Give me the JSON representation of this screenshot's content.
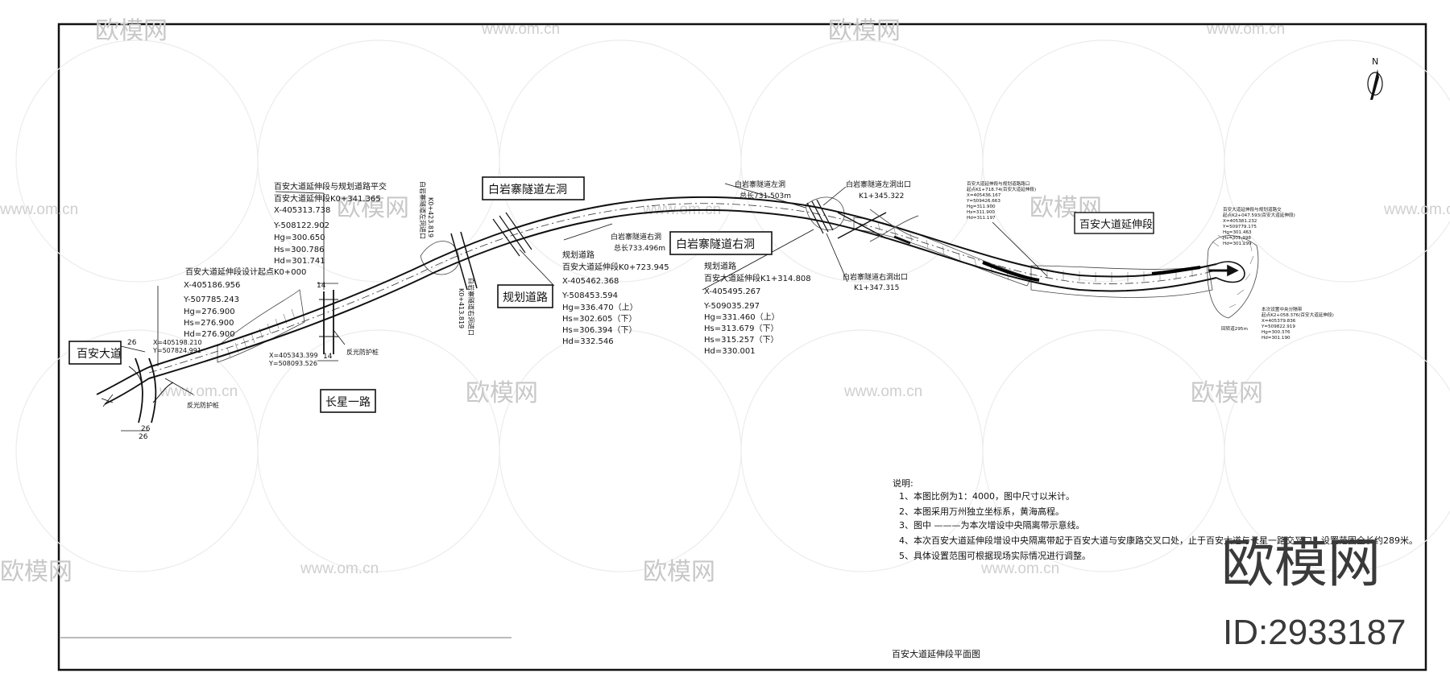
{
  "drawing_title": "百安大道延伸段平面图",
  "north_label": "N",
  "watermark": {
    "brand": "欧模网",
    "url": "www.om.cn",
    "id_text": "ID:2933187"
  },
  "labels": {
    "baian_road": "百安大道",
    "changxing_road": "长星一路",
    "planned_road": "规划道路",
    "tunnel_left": "白岩寨隧道左洞",
    "tunnel_right": "白岩寨隧道右洞",
    "extension": "百安大道延伸段"
  },
  "annotations": {
    "start_point": [
      "百安大道延伸段设计起点K0+000",
      "X-405186.956",
      "Y-507785.243",
      "Hg=276.900",
      "Hs=276.900",
      "Hd=276.900"
    ],
    "planned_intersection": [
      "百安大道延伸段与规划道路平交",
      "百安大道延伸段K0+341.365",
      "X-405313.738",
      "Y-508122.902",
      "Hg=300.650",
      "Hs=300.786",
      "Hd=301.741"
    ],
    "planned_road_k0": [
      "规划道路",
      "百安大道延伸段K0+723.945",
      "X-405462.368",
      "Y-508453.594",
      "Hg=336.470（上）",
      "Hs=302.605（下）",
      "Hs=306.394（下）",
      "Hd=332.546"
    ],
    "planned_road_k1": [
      "规划道路",
      "百安大道延伸段K1+314.808",
      "X-405495.267",
      "Y-509035.297",
      "Hg=331.460（上）",
      "Hs=313.679（下）",
      "Hs=315.257（下）",
      "Hd=330.001"
    ],
    "tunnel_right_length": [
      "白岩寨隧道右洞",
      "总长733.496m"
    ],
    "tunnel_left_length": [
      "白岩寨隧道左洞",
      "总长731.503m"
    ],
    "left_exit": [
      "白岩寨隧道左洞出口",
      "K1+345.322"
    ],
    "right_exit": [
      "白岩寨隧道右洞出口",
      "K1+347.315"
    ],
    "rail_top": "反光防护桩",
    "rail_bottom": "反光防护桩",
    "small_xy": [
      "X=405198.210",
      "Y=507824.991"
    ],
    "small_xy2": [
      "X=405343.399",
      "Y=508093.526"
    ],
    "vert_text_1": "白岩寨隧道左洞进口",
    "vert_text_1b": "K0+423.819",
    "vert_text_2": "白岩寨隧道右洞进口",
    "vert_text_2b": "K0+413.819",
    "dim_14a": "14",
    "dim_14b": "14",
    "dim_26a": "26",
    "dim_26b": "26",
    "dim_26c": "26",
    "tiny_mid": [
      "百安大道延伸段与规划道路路口",
      "起点K1+718.74(百安大道延伸段)",
      "X=405436.167",
      "Y=509426.663",
      "Hg=311.900",
      "Hs=311.900",
      "Hd=311.197"
    ],
    "tiny_end_top": [
      "百安大道延伸段与规划道路交",
      "起点K2+047.593(百安大道延伸段)",
      "X=405381.232",
      "Y=509779.175",
      "Hg=301.463",
      "Hs=301.398",
      "Hd=301.299"
    ],
    "tiny_end_bottom": [
      "本次设置中央分隔带",
      "起点K2+058.376(百安大道延伸段)",
      "X=405379.836",
      "Y=509822.919",
      "Hg=300.376",
      "Hd=301.190"
    ],
    "tiny_turn": "回转道295m"
  },
  "notes": {
    "title": "说明:",
    "items": [
      "1、本图比例为1：4000，图中尺寸以米计。",
      "2、本图采用万州独立坐标系，黄海高程。",
      "3、图中 ———为本次增设中央隔离带示意线。",
      "4、本次百安大道延伸段增设中央隔离带起于百安大道与安康路交叉口处，止于百安大道与长星一路交叉口，设置范围全长约289米。",
      "5、具体设置范围可根据现场实际情况进行调整。"
    ]
  }
}
